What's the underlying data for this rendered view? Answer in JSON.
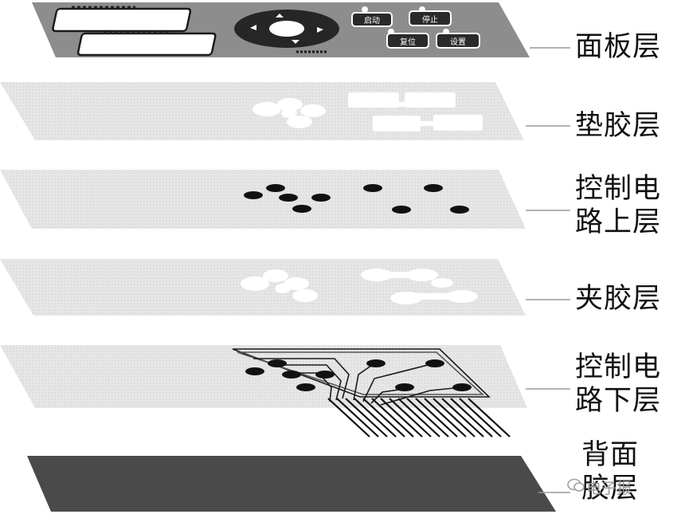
{
  "layers": [
    {
      "label_lines": [
        "面板层"
      ]
    },
    {
      "label_lines": [
        "垫胶层"
      ]
    },
    {
      "label_lines": [
        "控制电",
        "路上层"
      ]
    },
    {
      "label_lines": [
        "夹胶层"
      ]
    },
    {
      "label_lines": [
        "控制电",
        "路下层"
      ]
    },
    {
      "label_lines": [
        "背面",
        "胶层"
      ]
    }
  ],
  "panel_buttons": [
    "启动",
    "停止",
    "复位",
    "设置"
  ],
  "watermark": "电子报",
  "colors": {
    "panel": "#8d8d8d",
    "sheet": "#e4e4e4",
    "back": "#4a4a4a",
    "ink": "#111111",
    "leader": "#999999"
  }
}
